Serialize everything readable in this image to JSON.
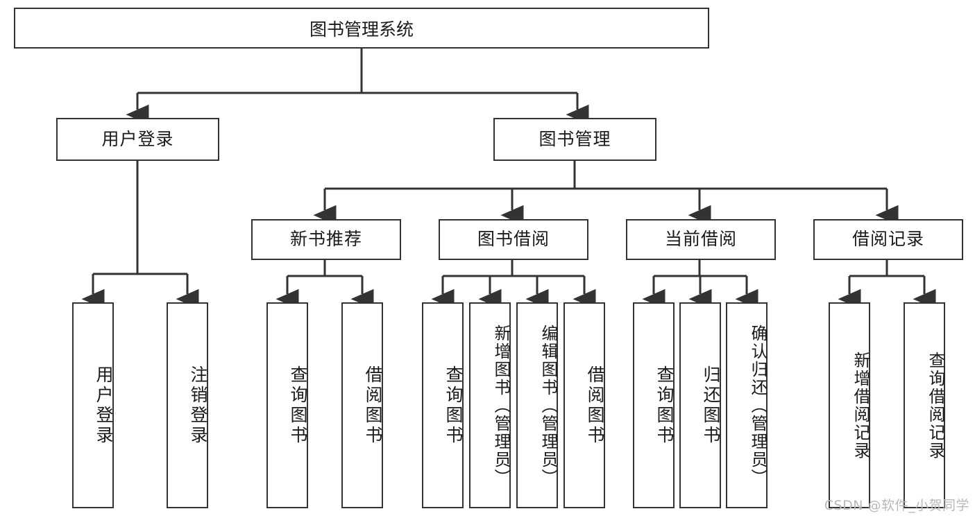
{
  "diagram": {
    "title": "图书管理系统",
    "watermark": "CSDN @软件_小贺同学",
    "colors": {
      "box_border": "#333333",
      "box_fill": "#ffffff",
      "line": "#333333",
      "text": "#1a1a1a",
      "watermark": "#b9b9b9",
      "background": "#ffffff"
    },
    "root": {
      "label": "图书管理系统"
    },
    "level2": [
      {
        "label": "用户登录"
      },
      {
        "label": "图书管理"
      }
    ],
    "level3": [
      {
        "label": "新书推荐"
      },
      {
        "label": "图书借阅"
      },
      {
        "label": "当前借阅"
      },
      {
        "label": "借阅记录"
      }
    ],
    "leaves": {
      "user_login": [
        {
          "label": "用户登录"
        },
        {
          "label": "注销登录"
        }
      ],
      "new_book": [
        {
          "label": "查询图书"
        },
        {
          "label": "借阅图书"
        }
      ],
      "borrow_book": [
        {
          "label": "查询图书"
        },
        {
          "label": "新增图书（管理员）"
        },
        {
          "label": "编辑图书（管理员）"
        },
        {
          "label": "借阅图书"
        }
      ],
      "current_borrow": [
        {
          "label": "查询图书"
        },
        {
          "label": "归还图书"
        },
        {
          "label": "确认归还（管理员）"
        }
      ],
      "borrow_record": [
        {
          "label": "新增借阅记录"
        },
        {
          "label": "查询借阅记录"
        }
      ]
    }
  }
}
